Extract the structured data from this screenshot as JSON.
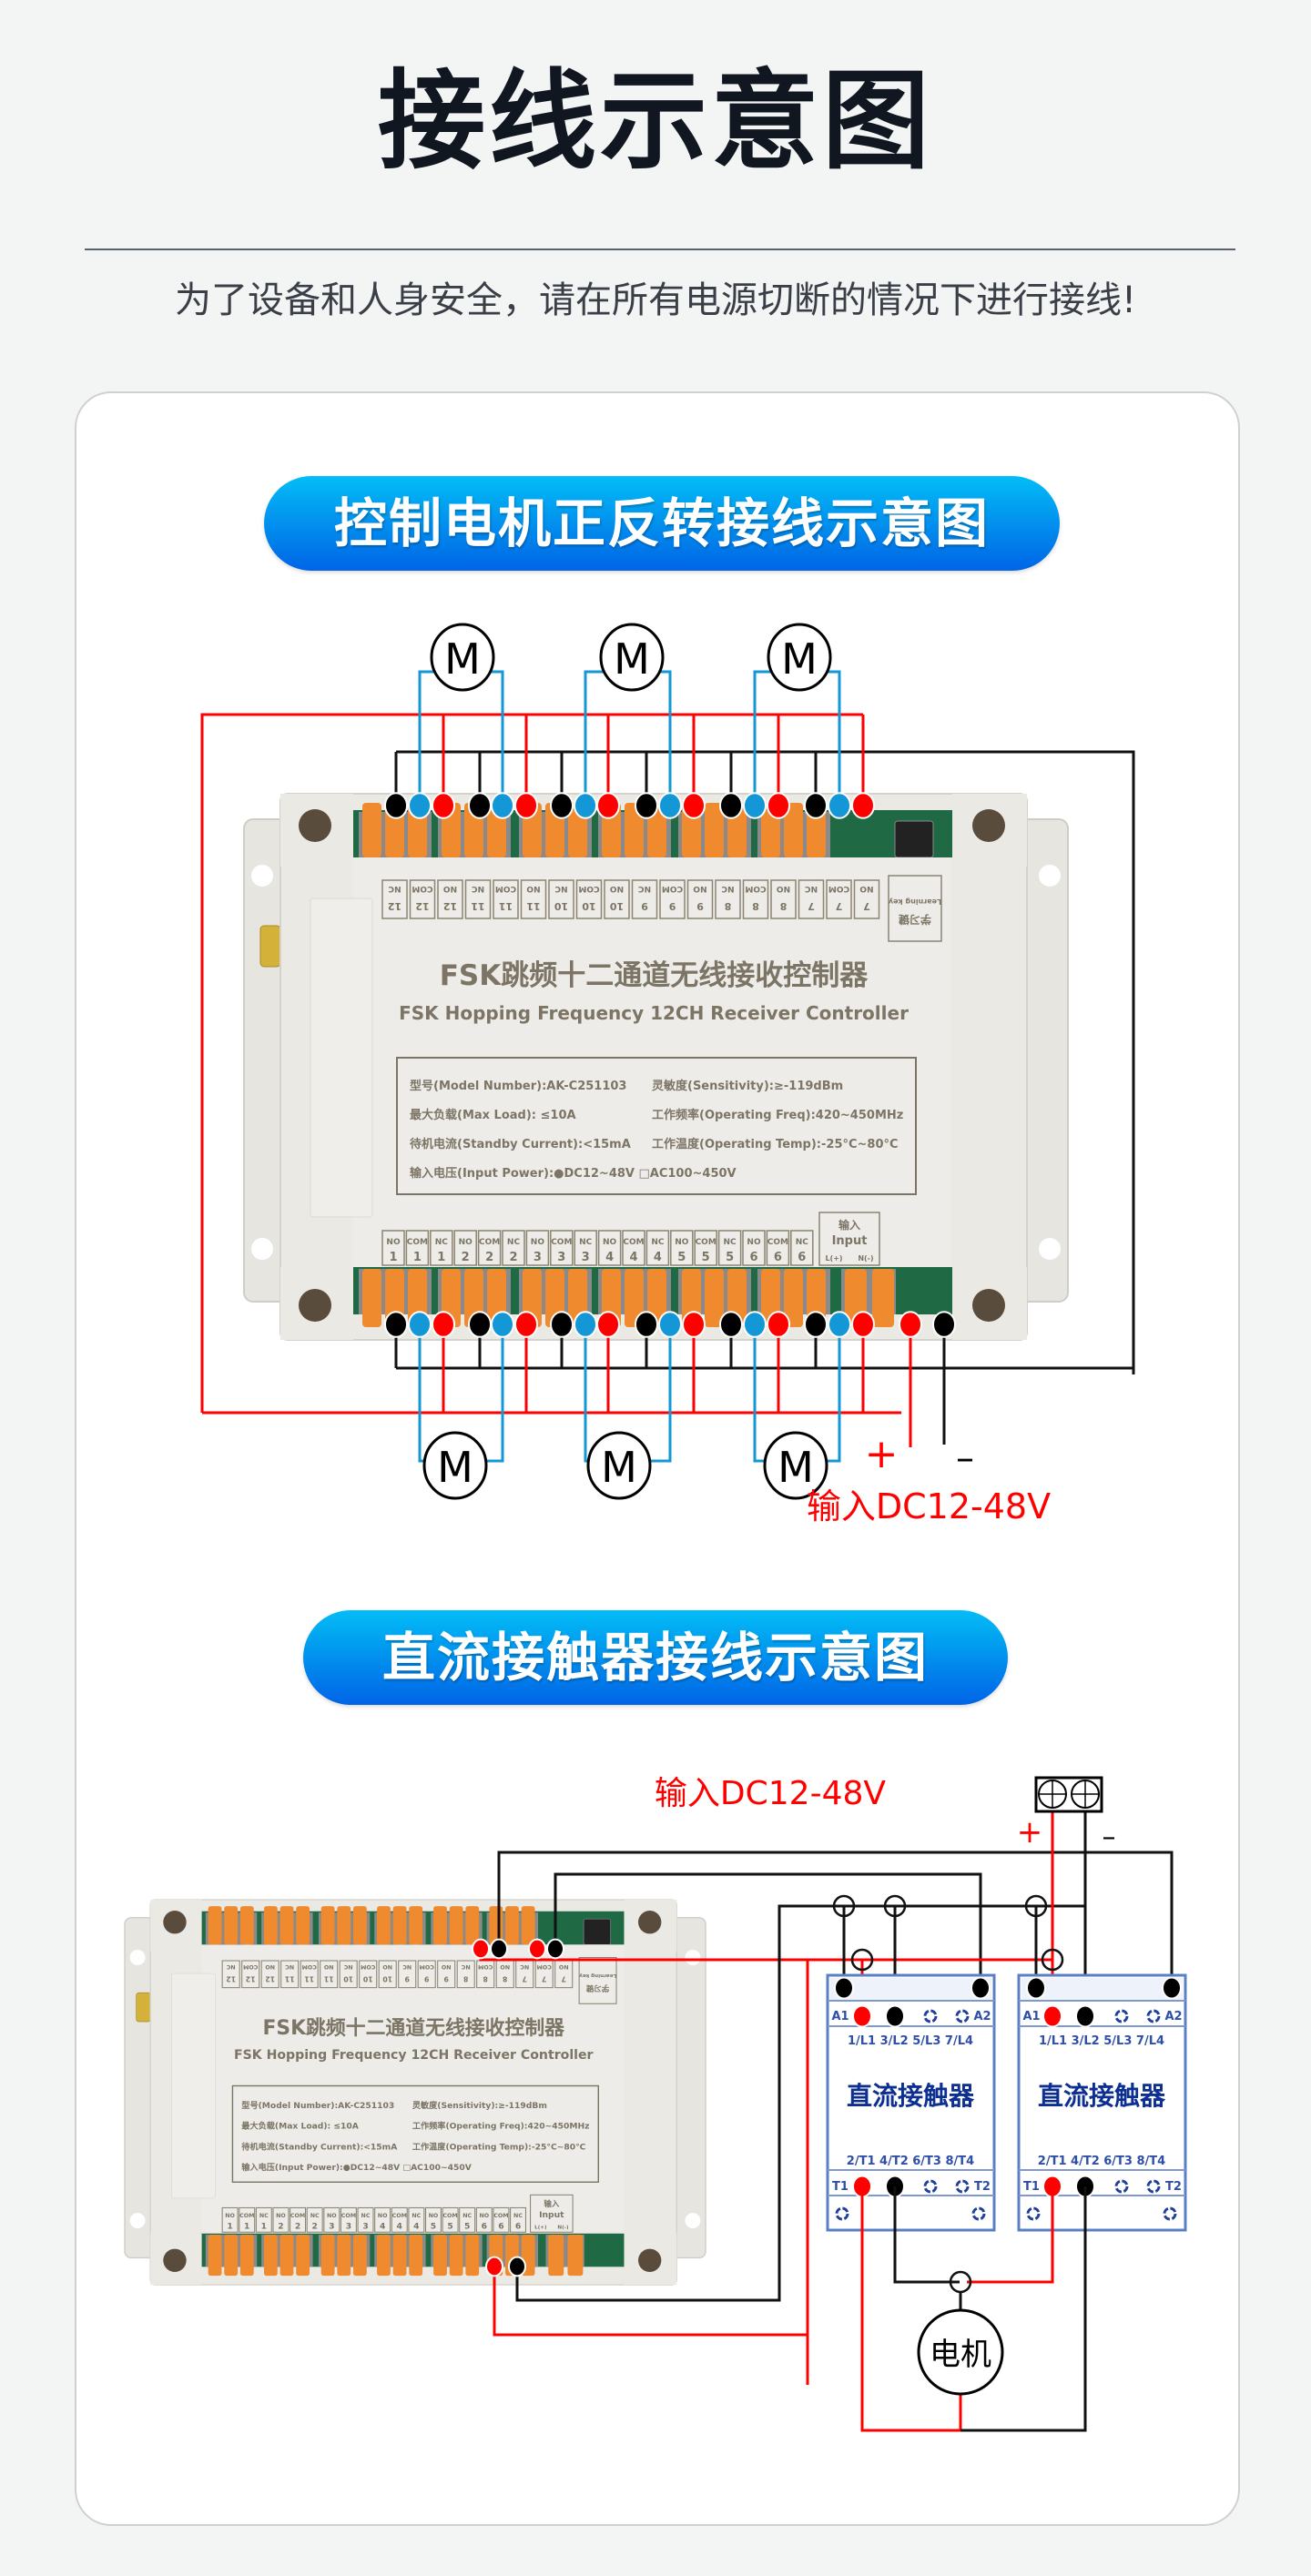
{
  "header": {
    "title": "接线示意图",
    "subtitle": "为了设备和人身安全，请在所有电源切断的情况下进行接线!"
  },
  "sections": [
    {
      "title": "控制电机正反转接线示意图",
      "motor_label": "M",
      "motor_count": 6,
      "plus_label": "+",
      "minus_label": "–",
      "input_label": "输入DC12-48V"
    },
    {
      "title": "直流接触器接线示意图",
      "input_label": "输入DC12-48V",
      "plus_label": "+",
      "minus_label": "–",
      "motor_label": "电机",
      "contactor": {
        "name": "直流接触器",
        "coil_left": "A1",
        "coil_right": "A2",
        "top_terminals": "1/L1 3/L2 5/L3 7/L4",
        "bottom_terminals": "2/T1 4/T2 6/T3 8/T4",
        "load_left": "T1",
        "load_right": "T2"
      }
    }
  ],
  "device": {
    "title_cn": "FSK跳频十二通道无线接收控制器",
    "title_en": "FSK Hopping Frequency 12CH Receiver Controller",
    "specs": [
      "型号(Model Number):AK-C251103",
      "灵敏度(Sensitivity):≥-119dBm",
      "最大负载(Max Load): ≤10A",
      "工作频率(Operating Freq):420~450MHz",
      "待机电流(Standby Current):<15mA",
      "工作温度(Operating Temp):-25°C~80°C",
      "输入电压(Input Power):●DC12~48V  □AC100~450V"
    ],
    "top_terminal_labels": [
      "NC 12",
      "COM 12",
      "NO 12",
      "NC 11",
      "COM 11",
      "NO 11",
      "NC 10",
      "COM 10",
      "NO 10",
      "NC 9",
      "COM 9",
      "NO 9",
      "NC 8",
      "COM 8",
      "NO 8",
      "NC 7",
      "COM 7",
      "NO 7"
    ],
    "learning_key_label": "学习键 Learning key",
    "bottom_terminal_labels": [
      [
        "NO",
        "1"
      ],
      [
        "COM",
        "1"
      ],
      [
        "NC",
        "1"
      ],
      [
        "NO",
        "2"
      ],
      [
        "COM",
        "2"
      ],
      [
        "NC",
        "2"
      ],
      [
        "NO",
        "3"
      ],
      [
        "COM",
        "3"
      ],
      [
        "NC",
        "3"
      ],
      [
        "NO",
        "4"
      ],
      [
        "COM",
        "4"
      ],
      [
        "NC",
        "4"
      ],
      [
        "NO",
        "5"
      ],
      [
        "COM",
        "5"
      ],
      [
        "NC",
        "5"
      ],
      [
        "NO",
        "6"
      ],
      [
        "COM",
        "6"
      ],
      [
        "NC",
        "6"
      ]
    ],
    "input_box": {
      "cn": "输入",
      "en": "Input",
      "l": "L(+)",
      "n": "N(-)"
    }
  },
  "colors": {
    "wire_red": "#ff0000",
    "wire_blue": "#1497d6",
    "wire_black": "#111111",
    "terminal_orange": "#f08a2e",
    "housing": "#e8e6e1",
    "pill_top": "#03bdf6",
    "pill_bottom": "#0064e6"
  }
}
